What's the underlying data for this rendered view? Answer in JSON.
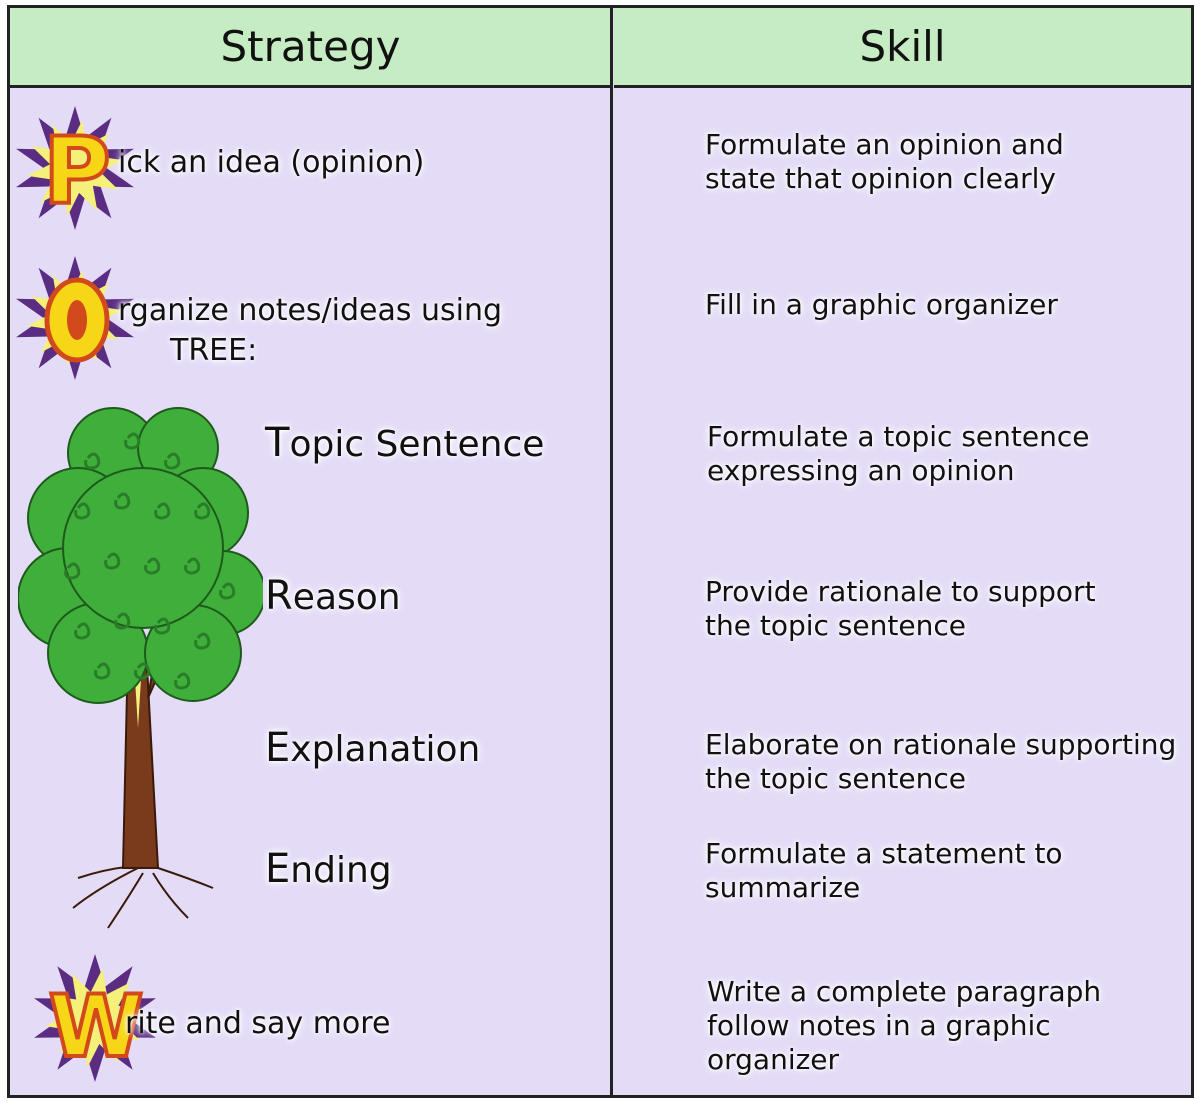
{
  "header": {
    "strategy": "Strategy",
    "skill": "Skill"
  },
  "icons": {
    "p_burst": "starburst-letter-P",
    "o_burst": "starburst-letter-O",
    "w_burst": "starburst-letter-W",
    "tree": "tree-illustration"
  },
  "burst_letters": {
    "p": "P",
    "o": "O",
    "w": "W"
  },
  "strategy": {
    "pick": "ick an idea (opinion)",
    "organize_line1": "rganize notes/ideas using",
    "organize_line2": "TREE:",
    "tree_items": [
      {
        "cap": "T",
        "rest": "opic Sentence"
      },
      {
        "cap": "R",
        "rest": "eason"
      },
      {
        "cap": "E",
        "rest": "xplanation"
      },
      {
        "cap": "E",
        "rest": "nding"
      }
    ],
    "write": "rite and say more"
  },
  "skills": [
    {
      "lines": [
        "Formulate an opinion and",
        "state that opinion clearly"
      ]
    },
    {
      "lines": [
        "Fill in a graphic organizer"
      ]
    },
    {
      "lines": [
        "Formulate a topic sentence",
        "expressing an opinion"
      ]
    },
    {
      "lines": [
        "Provide rationale to support",
        "the topic sentence"
      ]
    },
    {
      "lines": [
        "Elaborate on rationale supporting",
        "the topic sentence"
      ]
    },
    {
      "lines": [
        "Formulate a statement to",
        "summarize"
      ]
    },
    {
      "lines": [
        "Write a complete paragraph",
        "follow notes in a graphic",
        "organizer"
      ]
    }
  ],
  "colors": {
    "header_bg": "#c6ecc4",
    "body_bg": "#e4dcf7",
    "burst_outer": "#5a2d82",
    "burst_inner": "#f4f07a",
    "letter_fill": "#f7d617",
    "letter_edge": "#d2491b",
    "tree_leaf": "#3fae3a",
    "tree_trunk": "#7a3a1c"
  }
}
